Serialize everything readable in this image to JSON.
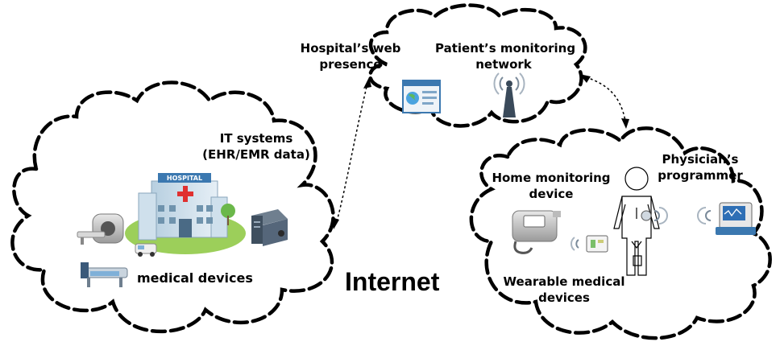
{
  "clouds": {
    "hospital": {
      "it_systems_line1": "IT systems",
      "it_systems_line2": "(EHR/EMR data)",
      "medical_devices": "medical devices"
    },
    "web": {
      "hospital_web_line1": "Hospital’s web",
      "hospital_web_line2": "presence",
      "patient_monitoring_line1": "Patient’s monitoring",
      "patient_monitoring_line2": "network"
    },
    "home": {
      "home_monitoring_line1": "Home monitoring",
      "home_monitoring_line2": "device",
      "physician_line1": "Physician’s",
      "physician_line2": "programmer",
      "wearable_line1": "Wearable medical",
      "wearable_line2": "devices"
    }
  },
  "internet_label": "Internet",
  "hospital_sign": "HOSPITAL",
  "colors": {
    "cloud_stroke": "#000000",
    "hospital_building": "#c8dbe8",
    "grass": "#9ccf5a",
    "red_cross": "#e03030",
    "antenna": "#3a4a5a",
    "web_window": "#3b78b0"
  }
}
